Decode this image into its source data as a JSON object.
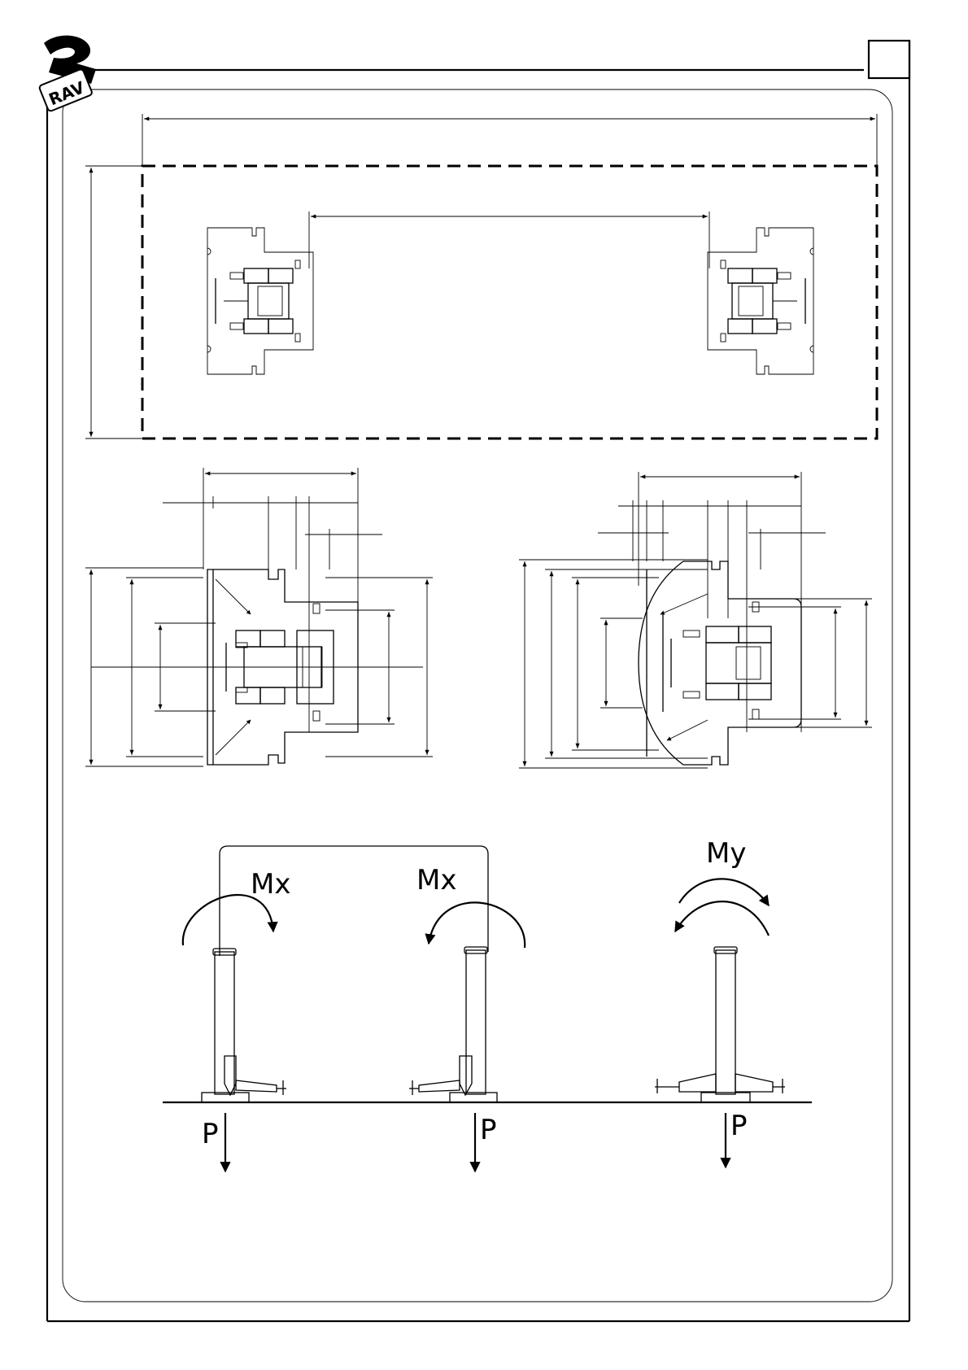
{
  "brand": {
    "logo_text": "RAV"
  },
  "labels": {
    "moment_x_left": "Mx",
    "moment_x_right": "Mx",
    "moment_y": "My",
    "load_left": "P",
    "load_center": "P",
    "load_right": "P"
  }
}
